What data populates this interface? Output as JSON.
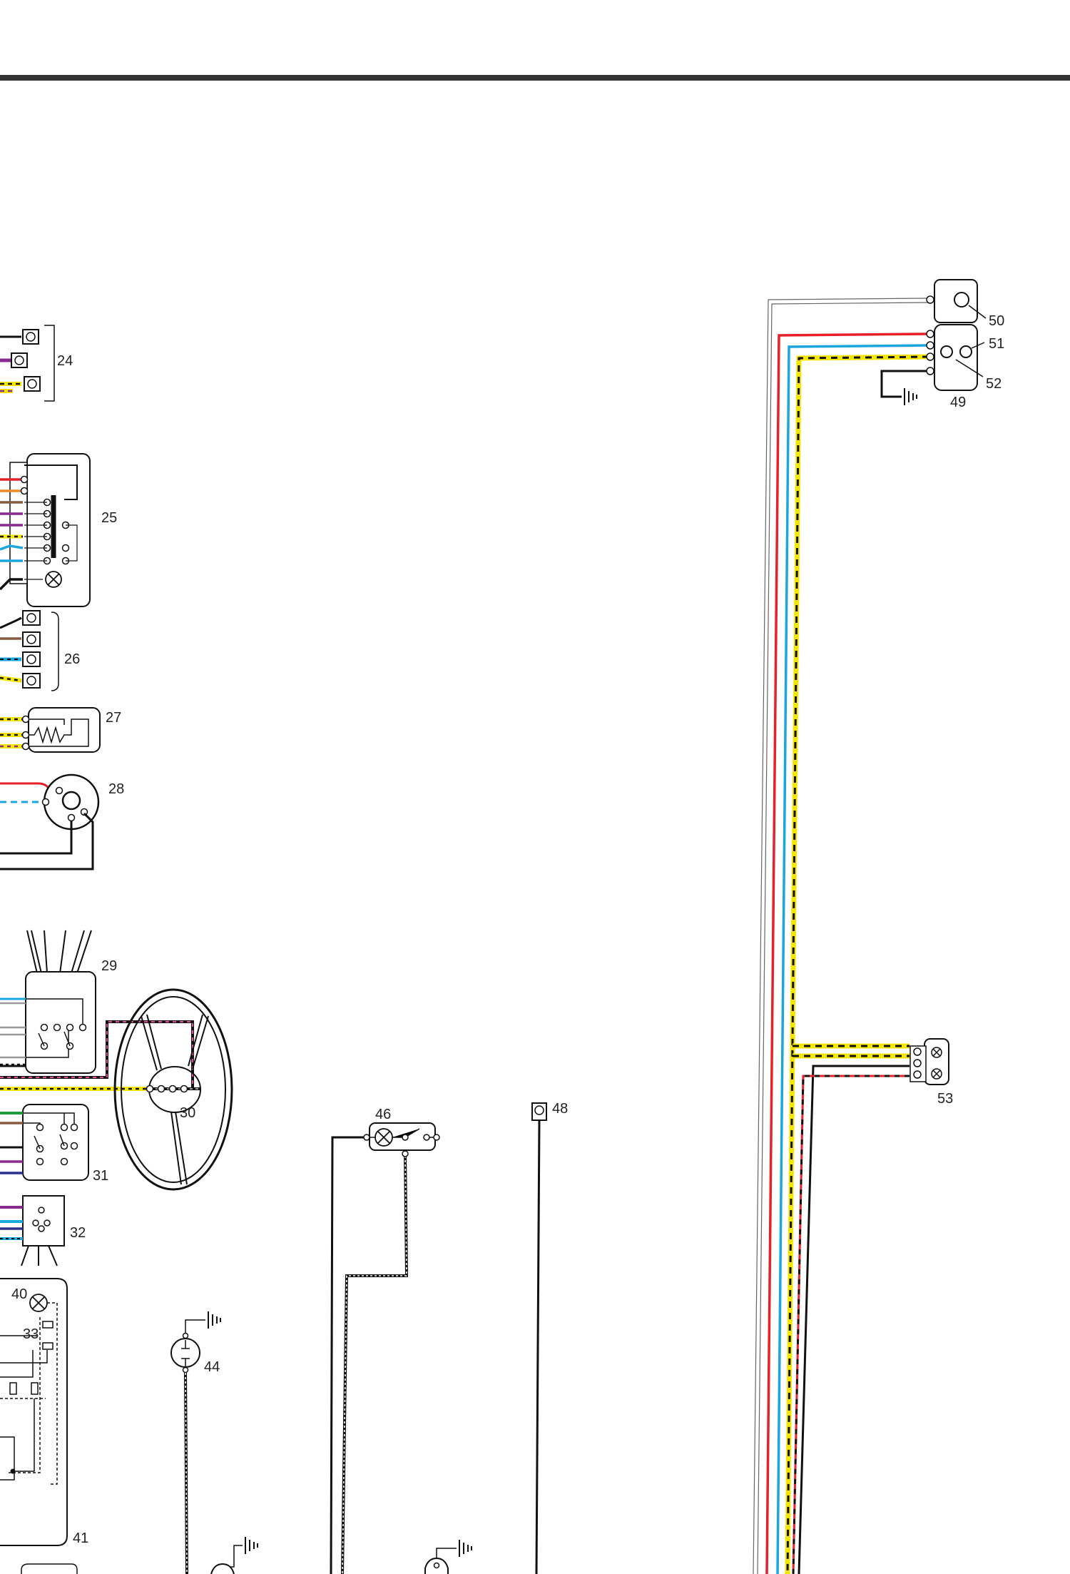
{
  "diagram": {
    "labels": {
      "c24": "24",
      "c25": "25",
      "c26": "26",
      "c27": "27",
      "c28": "28",
      "c29": "29",
      "c30": "30",
      "c31": "31",
      "c32": "32",
      "c33": "33",
      "c40": "40",
      "c41": "41",
      "c44": "44",
      "c46": "46",
      "c48": "48",
      "c49": "49",
      "c50": "50",
      "c51": "51",
      "c52": "52",
      "c53": "53"
    },
    "wire_colors": {
      "black": "#111111",
      "red": "#e8202a",
      "blue": "#1aa7e0",
      "yellow": "#f5e600",
      "purple": "#8b2a8f",
      "orange": "#f08a24",
      "brown": "#8a5a44",
      "green": "#1e9a3a",
      "gray": "#9a9a9a",
      "pink": "#e64a9a",
      "navy": "#2b2f8f"
    }
  }
}
